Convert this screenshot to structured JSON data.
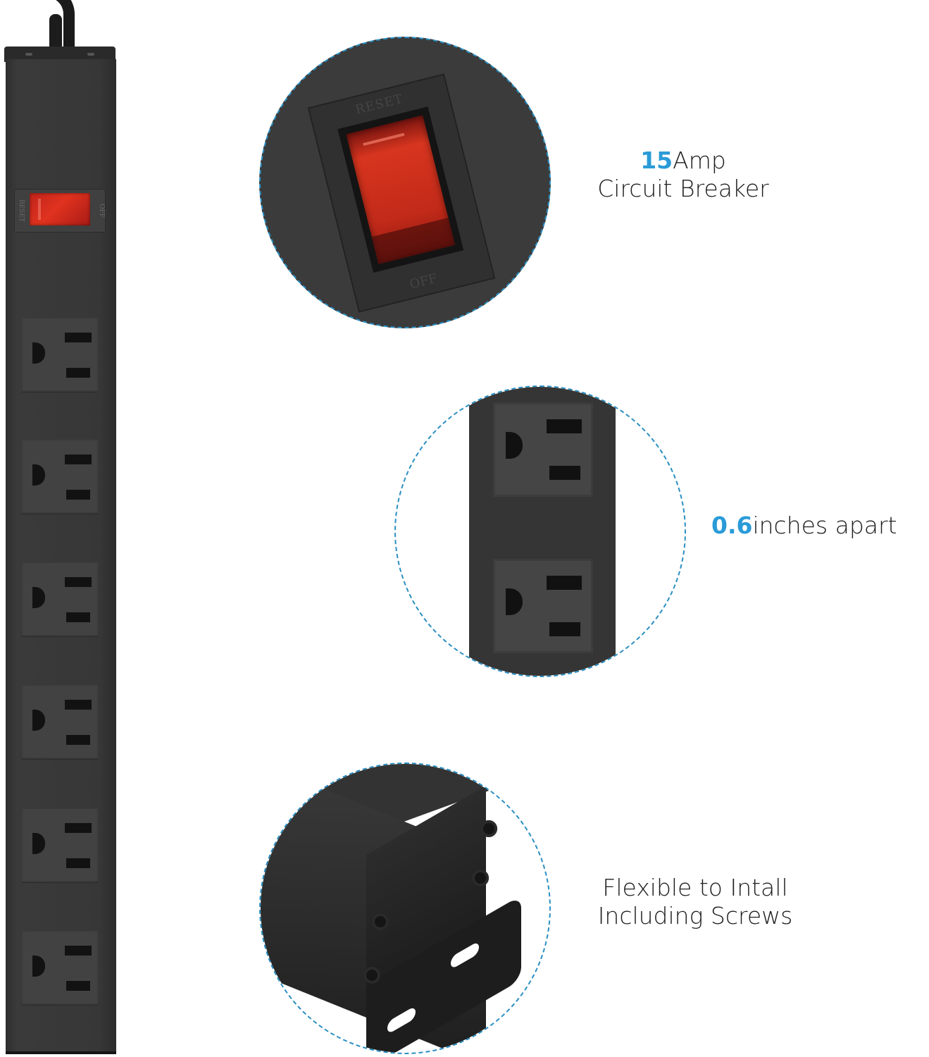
{
  "product": {
    "type": "vertical power strip",
    "outlet_count": 6,
    "switch": {
      "top_label": "RESET",
      "bottom_label": "OFF",
      "indicator_color": "#d7351f"
    }
  },
  "callouts": [
    {
      "id": "circuit-breaker",
      "highlight": "15",
      "text": "Amp",
      "line2": "Circuit Breaker"
    },
    {
      "id": "outlet-spacing",
      "highlight": "0.6",
      "text": "inches apart"
    },
    {
      "id": "mounting",
      "line1": "Flexible to Intall",
      "line2": "Including Screws"
    }
  ],
  "colors": {
    "accent": "#2a9bd8",
    "circle_border": "#2b8fc2",
    "strip_body": "#373737",
    "text": "#1e1e1e"
  }
}
